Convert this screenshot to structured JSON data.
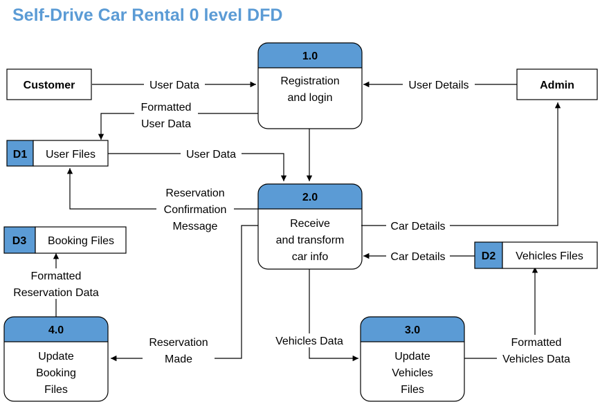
{
  "title": "Self-Drive Car Rental 0 level DFD",
  "entities": {
    "customer": "Customer",
    "admin": "Admin"
  },
  "processes": {
    "p1": {
      "id": "1.0",
      "lines": [
        "Registration",
        "and login"
      ]
    },
    "p2": {
      "id": "2.0",
      "lines": [
        "Receive",
        "and transform",
        "car info"
      ]
    },
    "p3": {
      "id": "3.0",
      "lines": [
        "Update",
        "Vehicles",
        "Files"
      ]
    },
    "p4": {
      "id": "4.0",
      "lines": [
        "Update",
        "Booking",
        "Files"
      ]
    }
  },
  "stores": {
    "d1": {
      "id": "D1",
      "name": "User Files"
    },
    "d2": {
      "id": "D2",
      "name": "Vehicles Files"
    },
    "d3": {
      "id": "D3",
      "name": "Booking Files"
    }
  },
  "flows": {
    "customer_to_p1": [
      "User Data"
    ],
    "admin_to_p1": [
      "User Details"
    ],
    "p1_to_d1": [
      "Formatted",
      "User Data"
    ],
    "d1_to_p2": [
      "User Data"
    ],
    "p2_to_d1": [
      "Reservation",
      "Confirmation",
      "Message"
    ],
    "p2_to_admin": [
      "Car Details"
    ],
    "d2_to_p2": [
      "Car Details"
    ],
    "p2_to_p3": [
      "Vehicles Data"
    ],
    "p3_to_d2": [
      "Formatted",
      "Vehicles Data"
    ],
    "p2_to_p4": [
      "Reservation",
      "Made"
    ],
    "p4_to_d3": [
      "Formatted",
      "Reservation Data"
    ]
  },
  "colors": {
    "title": "#5b9bd5",
    "header": "#5b9bd5",
    "stroke": "#000000"
  }
}
